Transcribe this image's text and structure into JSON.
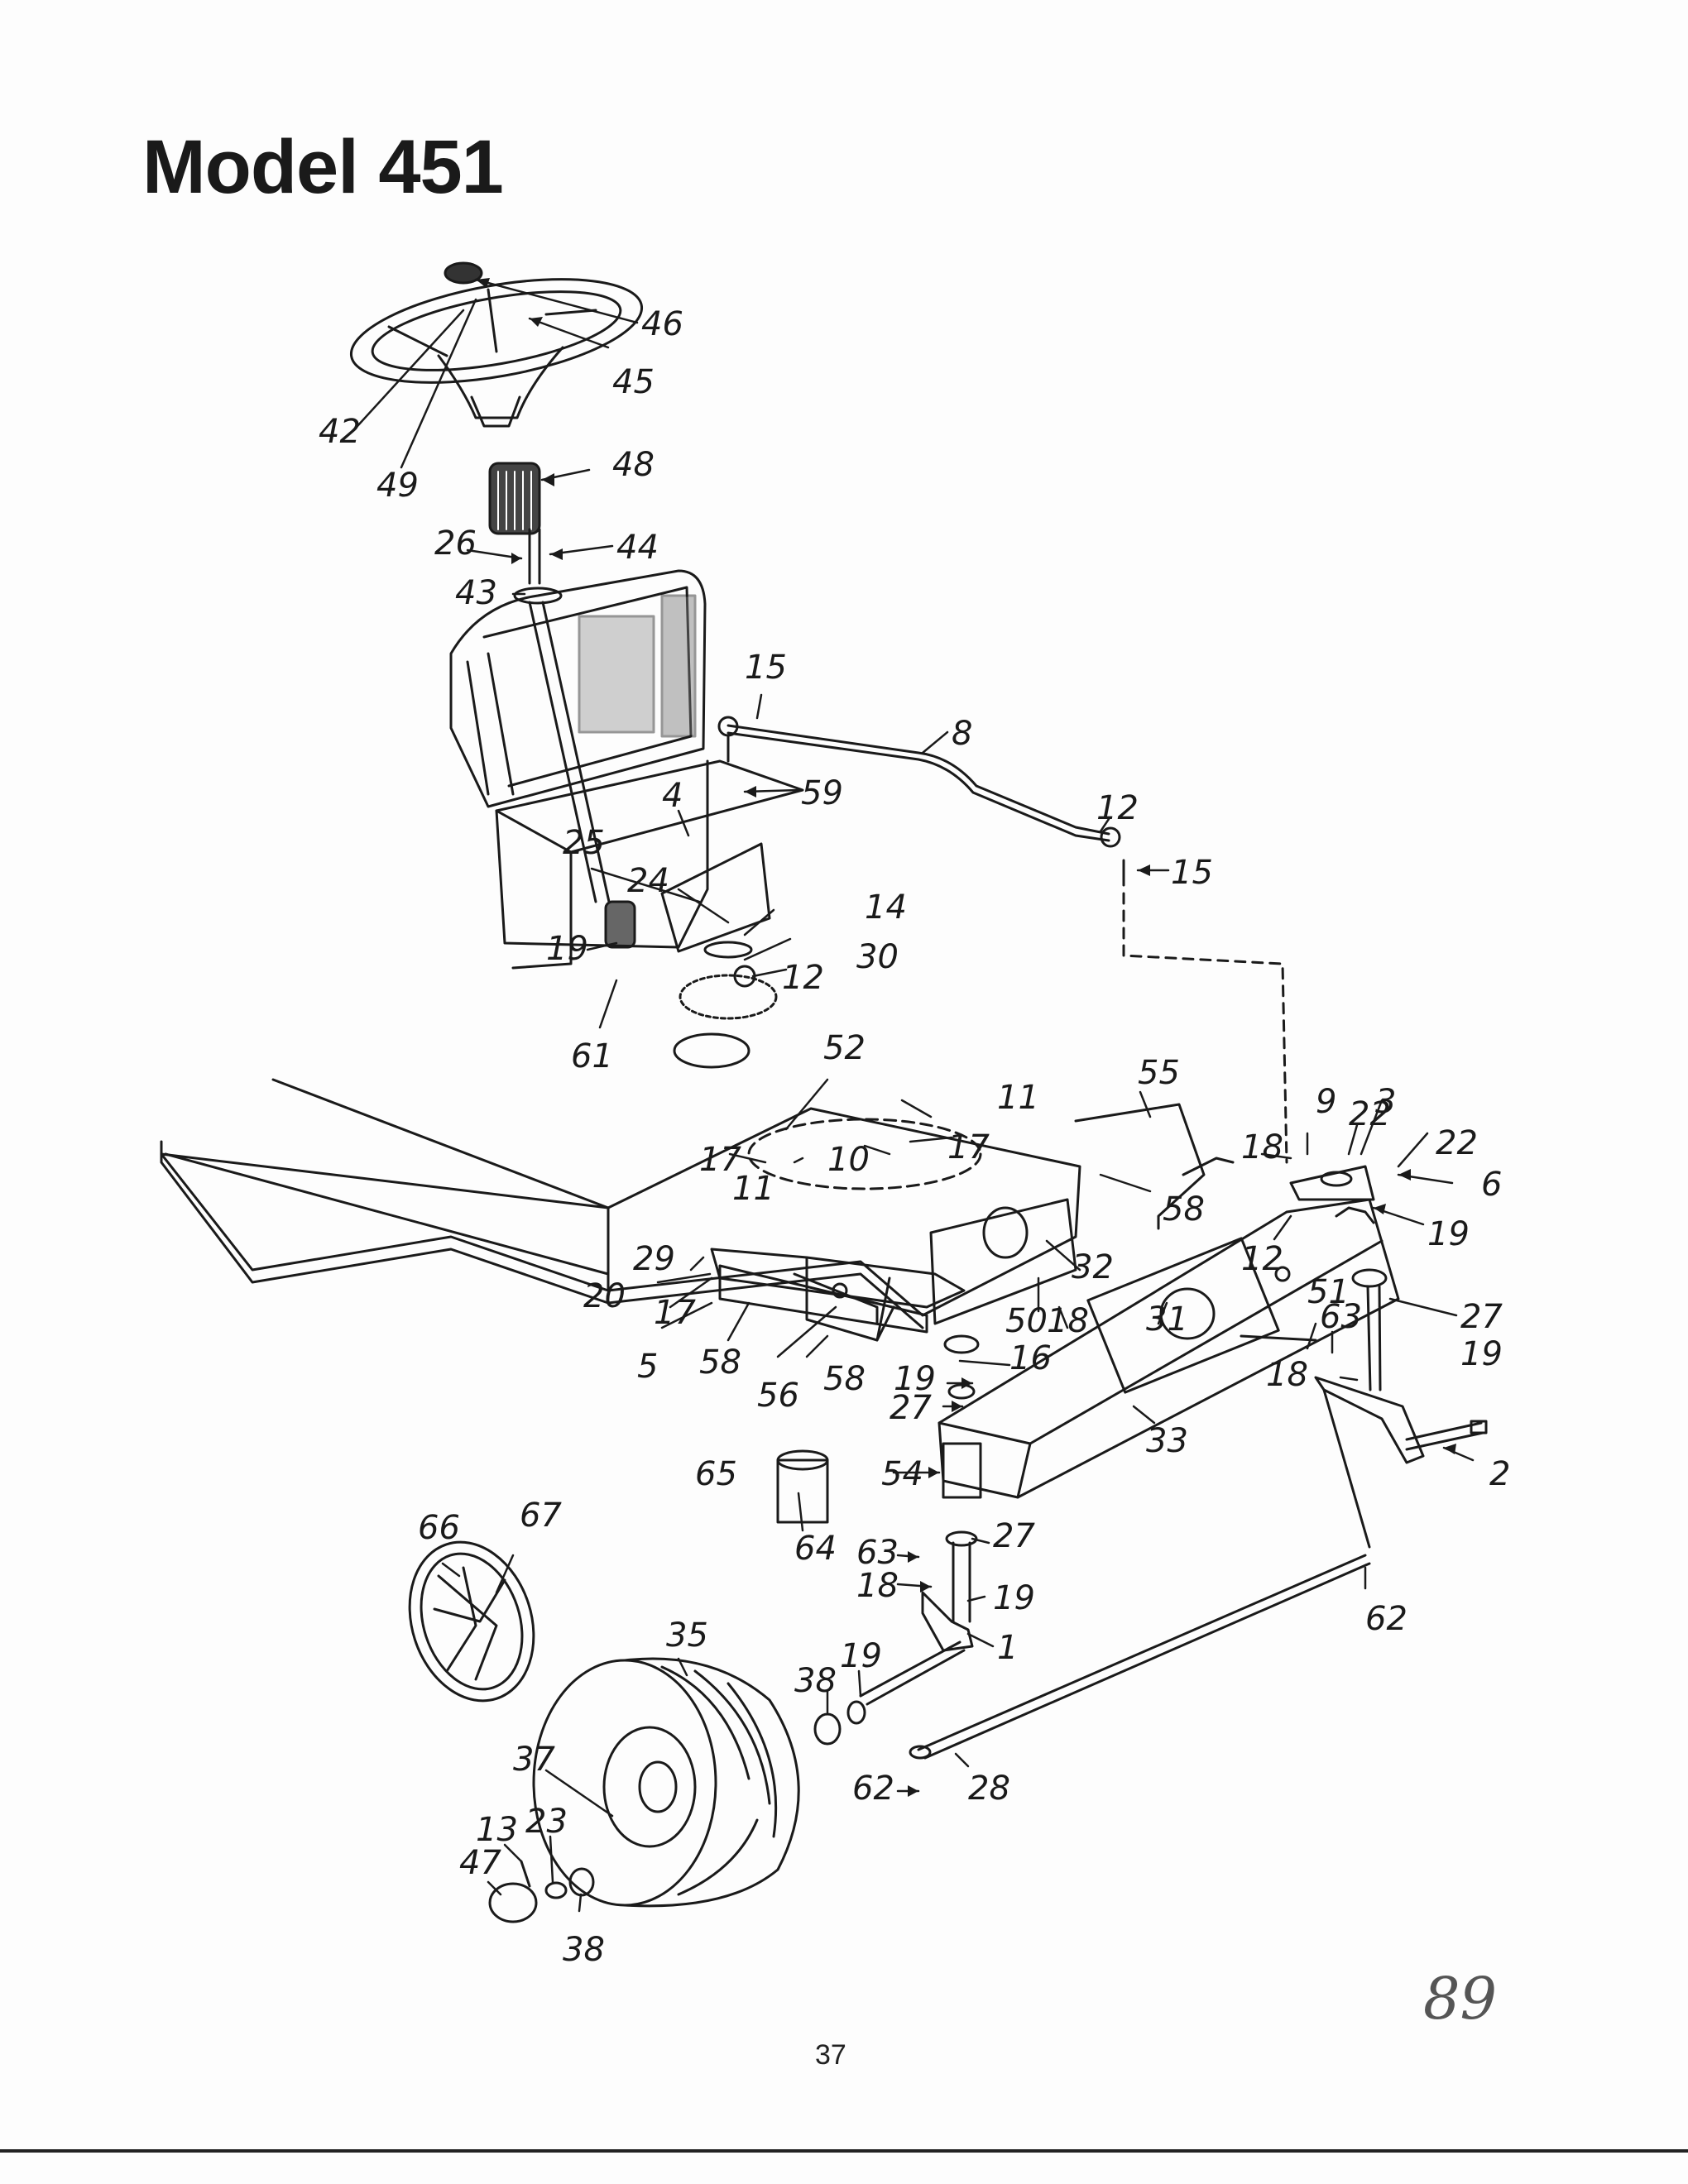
{
  "title": "Model 451",
  "page_number": "37",
  "handwritten_note": "89",
  "callouts": [
    {
      "id": "c46",
      "label": "46"
    },
    {
      "id": "c45",
      "label": "45"
    },
    {
      "id": "c42",
      "label": "42"
    },
    {
      "id": "c49",
      "label": "49"
    },
    {
      "id": "c48",
      "label": "48"
    },
    {
      "id": "c26",
      "label": "26"
    },
    {
      "id": "c44",
      "label": "44"
    },
    {
      "id": "c43",
      "label": "43"
    },
    {
      "id": "c15a",
      "label": "15"
    },
    {
      "id": "c8",
      "label": "8"
    },
    {
      "id": "c59",
      "label": "59"
    },
    {
      "id": "c4",
      "label": "4"
    },
    {
      "id": "c12a",
      "label": "12"
    },
    {
      "id": "c15b",
      "label": "15"
    },
    {
      "id": "c25",
      "label": "25"
    },
    {
      "id": "c24",
      "label": "24"
    },
    {
      "id": "c14",
      "label": "14"
    },
    {
      "id": "c30",
      "label": "30"
    },
    {
      "id": "c19a",
      "label": "19"
    },
    {
      "id": "c12b",
      "label": "12"
    },
    {
      "id": "c61",
      "label": "61"
    },
    {
      "id": "c52",
      "label": "52"
    },
    {
      "id": "c55",
      "label": "55"
    },
    {
      "id": "c17a",
      "label": "17"
    },
    {
      "id": "c10",
      "label": "10"
    },
    {
      "id": "c11a",
      "label": "11"
    },
    {
      "id": "c11b",
      "label": "11"
    },
    {
      "id": "c17b",
      "label": "17"
    },
    {
      "id": "c22a",
      "label": "22"
    },
    {
      "id": "c9",
      "label": "9"
    },
    {
      "id": "c3",
      "label": "3"
    },
    {
      "id": "c22b",
      "label": "22"
    },
    {
      "id": "c18a",
      "label": "18"
    },
    {
      "id": "c6",
      "label": "6"
    },
    {
      "id": "c58a",
      "label": "58"
    },
    {
      "id": "c19b",
      "label": "19"
    },
    {
      "id": "c12c",
      "label": "12"
    },
    {
      "id": "c29",
      "label": "29"
    },
    {
      "id": "c20",
      "label": "20"
    },
    {
      "id": "c17c",
      "label": "17"
    },
    {
      "id": "c32",
      "label": "32"
    },
    {
      "id": "c50",
      "label": "50"
    },
    {
      "id": "c18b",
      "label": "18"
    },
    {
      "id": "c31",
      "label": "31"
    },
    {
      "id": "c51",
      "label": "51"
    },
    {
      "id": "c63a",
      "label": "63"
    },
    {
      "id": "c27a",
      "label": "27"
    },
    {
      "id": "c5",
      "label": "5"
    },
    {
      "id": "c58b",
      "label": "58"
    },
    {
      "id": "c56",
      "label": "56"
    },
    {
      "id": "c58c",
      "label": "58"
    },
    {
      "id": "c19c",
      "label": "19"
    },
    {
      "id": "c16",
      "label": "16"
    },
    {
      "id": "c19d",
      "label": "19"
    },
    {
      "id": "c18c",
      "label": "18"
    },
    {
      "id": "c27b",
      "label": "27"
    },
    {
      "id": "c2",
      "label": "2"
    },
    {
      "id": "c33",
      "label": "33"
    },
    {
      "id": "c65",
      "label": "65"
    },
    {
      "id": "c54",
      "label": "54"
    },
    {
      "id": "c64",
      "label": "64"
    },
    {
      "id": "c66",
      "label": "66"
    },
    {
      "id": "c67",
      "label": "67"
    },
    {
      "id": "c63b",
      "label": "63"
    },
    {
      "id": "c27c",
      "label": "27"
    },
    {
      "id": "c18d",
      "label": "18"
    },
    {
      "id": "c19e",
      "label": "19"
    },
    {
      "id": "c1",
      "label": "1"
    },
    {
      "id": "c62a",
      "label": "62"
    },
    {
      "id": "c35",
      "label": "35"
    },
    {
      "id": "c38a",
      "label": "38"
    },
    {
      "id": "c19f",
      "label": "19"
    },
    {
      "id": "c37",
      "label": "37"
    },
    {
      "id": "c28",
      "label": "28"
    },
    {
      "id": "c62b",
      "label": "62"
    },
    {
      "id": "c13",
      "label": "13"
    },
    {
      "id": "c23",
      "label": "23"
    },
    {
      "id": "c47",
      "label": "47"
    },
    {
      "id": "c38b",
      "label": "38"
    }
  ]
}
